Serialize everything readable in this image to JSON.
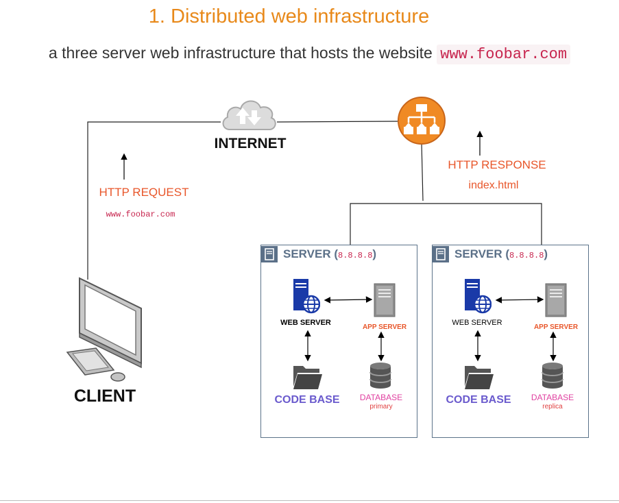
{
  "title": "1. Distributed web infrastructure",
  "subtitle": {
    "text": "a three server web infrastructure that hosts the website",
    "domain": "www.foobar.com"
  },
  "internet_label": "INTERNET",
  "client_label": "CLIENT",
  "http_request": {
    "label": "HTTP REQUEST",
    "url": "www.foobar.com"
  },
  "http_response": {
    "label": "HTTP RESPONSE",
    "file": "index.html"
  },
  "servers": [
    {
      "title": "SERVER (",
      "ip": "8.8.8.8",
      "title_end": ")",
      "web_server": "WEB SERVER",
      "app_server": "APP SERVER",
      "code_base": "CODE BASE",
      "database": "DATABASE",
      "database_role": "primary"
    },
    {
      "title": "SERVER (",
      "ip": "8.8.8.8",
      "title_end": ")",
      "web_server": "WEB SERVER",
      "app_server": "APP SERVER",
      "code_base": "CODE BASE",
      "database": "DATABASE",
      "database_role": "replica"
    }
  ],
  "colors": {
    "title": "#e8891a",
    "http_text": "#e8562a",
    "code_text": "#c7254e",
    "load_balancer": "#f08a24",
    "server_border": "#5a7289",
    "code_base": "#6a5acd",
    "database": "#e040a0",
    "web_server_icon": "#1a3aa8"
  },
  "icons": {
    "internet": "cloud-upload-download-icon",
    "load_balancer": "load-balancer-icon",
    "client": "desktop-computer-icon",
    "web_server": "web-server-globe-icon",
    "app_server": "server-tower-icon",
    "code_base": "folder-icon",
    "database": "database-icon"
  }
}
